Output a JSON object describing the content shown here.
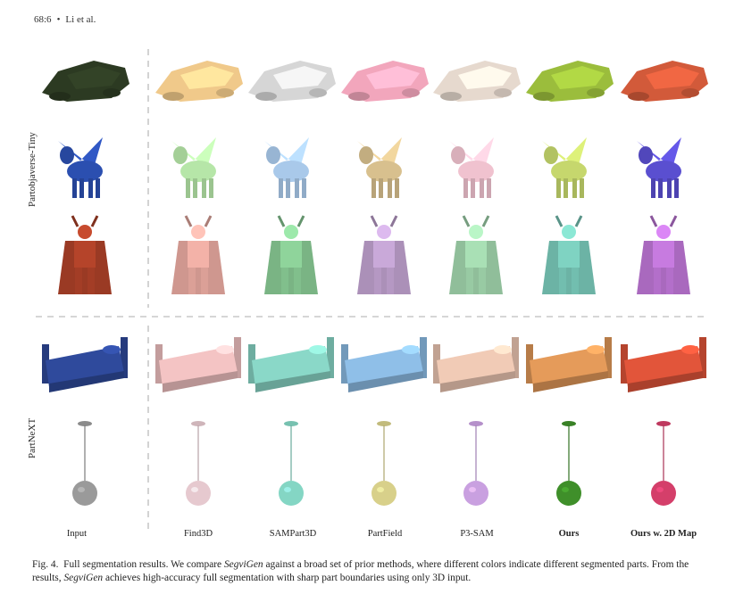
{
  "header": {
    "page": "68:6",
    "bullet": "•",
    "authors": "Li et al."
  },
  "dataset_labels": [
    "Partobjaverse-Tiny",
    "PartNeXT"
  ],
  "columns": [
    "Input",
    "Find3D",
    "SAMPart3D",
    "PartField",
    "P3-SAM",
    "Ours",
    "Ours w. 2D Map"
  ],
  "caption": {
    "fig": "Fig. 4.",
    "part1": "Full segmentation results. We compare ",
    "name1": "SegviGen",
    "part2": " against a broad set of prior methods, where different colors indicate different segmented parts. From the results, ",
    "name2": "SegviGen",
    "part3": " achieves high-accuracy full segmentation with sharp part boundaries using only 3D input."
  },
  "rows": [
    "spaceship",
    "winged-pony",
    "viking-warrior",
    "bed",
    "pendant-lamp"
  ],
  "palettes": {
    "input": [
      "#2c3a22",
      "#2b4fb0",
      "#b5442a",
      "#2f4a9c",
      "#9a9a9a"
    ],
    "Find3D": [
      "#f0c98a",
      "#b6e6a8",
      "#f3b2a8",
      "#f4c4c4",
      "#e6c9cf"
    ],
    "SAMPart3D": [
      "#d6d6d6",
      "#a9c9ea",
      "#8fd49b",
      "#8ad8c8",
      "#84d6c4"
    ],
    "PartField": [
      "#f2a6bc",
      "#d8c08e",
      "#c9a9d9",
      "#8fbfe8",
      "#d8d08a"
    ],
    "P3-SAM": [
      "#e6d9ce",
      "#f0c2cf",
      "#a9e0b5",
      "#f1cbb6",
      "#c9a0e0"
    ],
    "Ours": [
      "#9bbd3c",
      "#c6d76d",
      "#7fd3c2",
      "#e59b5a",
      "#3f8f2a"
    ],
    "Ours w. 2D Map": [
      "#d25a3a",
      "#5a4fd0",
      "#c77be0",
      "#e2553a",
      "#d43f6a"
    ]
  }
}
